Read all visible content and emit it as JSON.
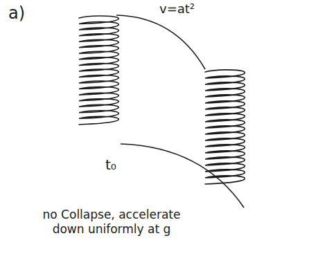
{
  "diagram": {
    "labels": [
      "a)",
      "v=at²",
      "t₀",
      "no Collapse, accelerate down uniformly at g"
    ]
  }
}
